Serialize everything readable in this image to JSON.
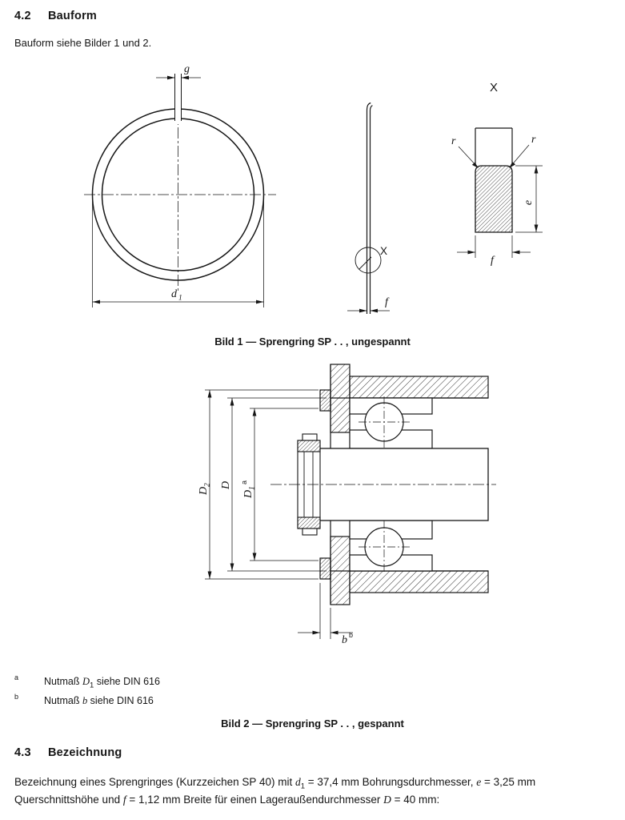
{
  "ink": "#161616",
  "paper": "#ffffff",
  "doc": {
    "section42": {
      "number": "4.2",
      "title": "Bauform"
    },
    "intro": "Bauform siehe Bilder 1 und 2.",
    "fig1": {
      "caption": "Bild 1 — Sprengring SP . . , ungespannt",
      "labels": {
        "gap": "g",
        "d": "d",
        "d_sub": "1",
        "x_ref": "X",
        "f_side": "f",
        "x_title": "X",
        "r_left": "r",
        "r_right": "r",
        "e": "e",
        "f_detail": "f"
      }
    },
    "fig2": {
      "caption": "Bild 2 — Sprengring SP . . , gespannt",
      "labels": {
        "D2": "D",
        "D2_sub": "2",
        "D": "D",
        "D1": "D",
        "D1_sub": "1",
        "D1_sup": "a",
        "b": "b",
        "b_sup": "b"
      }
    },
    "footnotes": {
      "a": {
        "marker": "a",
        "pre": "Nutmaß ",
        "var": "D",
        "var_sub": "1",
        "post": " siehe DIN 616"
      },
      "b": {
        "marker": "b",
        "pre": "Nutmaß ",
        "var": "b",
        "post": " siehe DIN 616"
      }
    },
    "section43": {
      "number": "4.3",
      "title": "Bezeichnung"
    },
    "designation": {
      "p1": "Bezeichnung eines Sprengringes (Kurzzeichen SP 40) mit ",
      "v1": "d",
      "v1_sub": "1",
      "p2": " = 37,4 mm Bohrungsdurchmesser, ",
      "v2": "e",
      "p3": " = 3,25 mm Querschnittshöhe und ",
      "v3": "f",
      "p4": " = 1,12 mm Breite für einen Lageraußendurchmesser ",
      "v4": "D",
      "p5": " = 40 mm:"
    }
  }
}
